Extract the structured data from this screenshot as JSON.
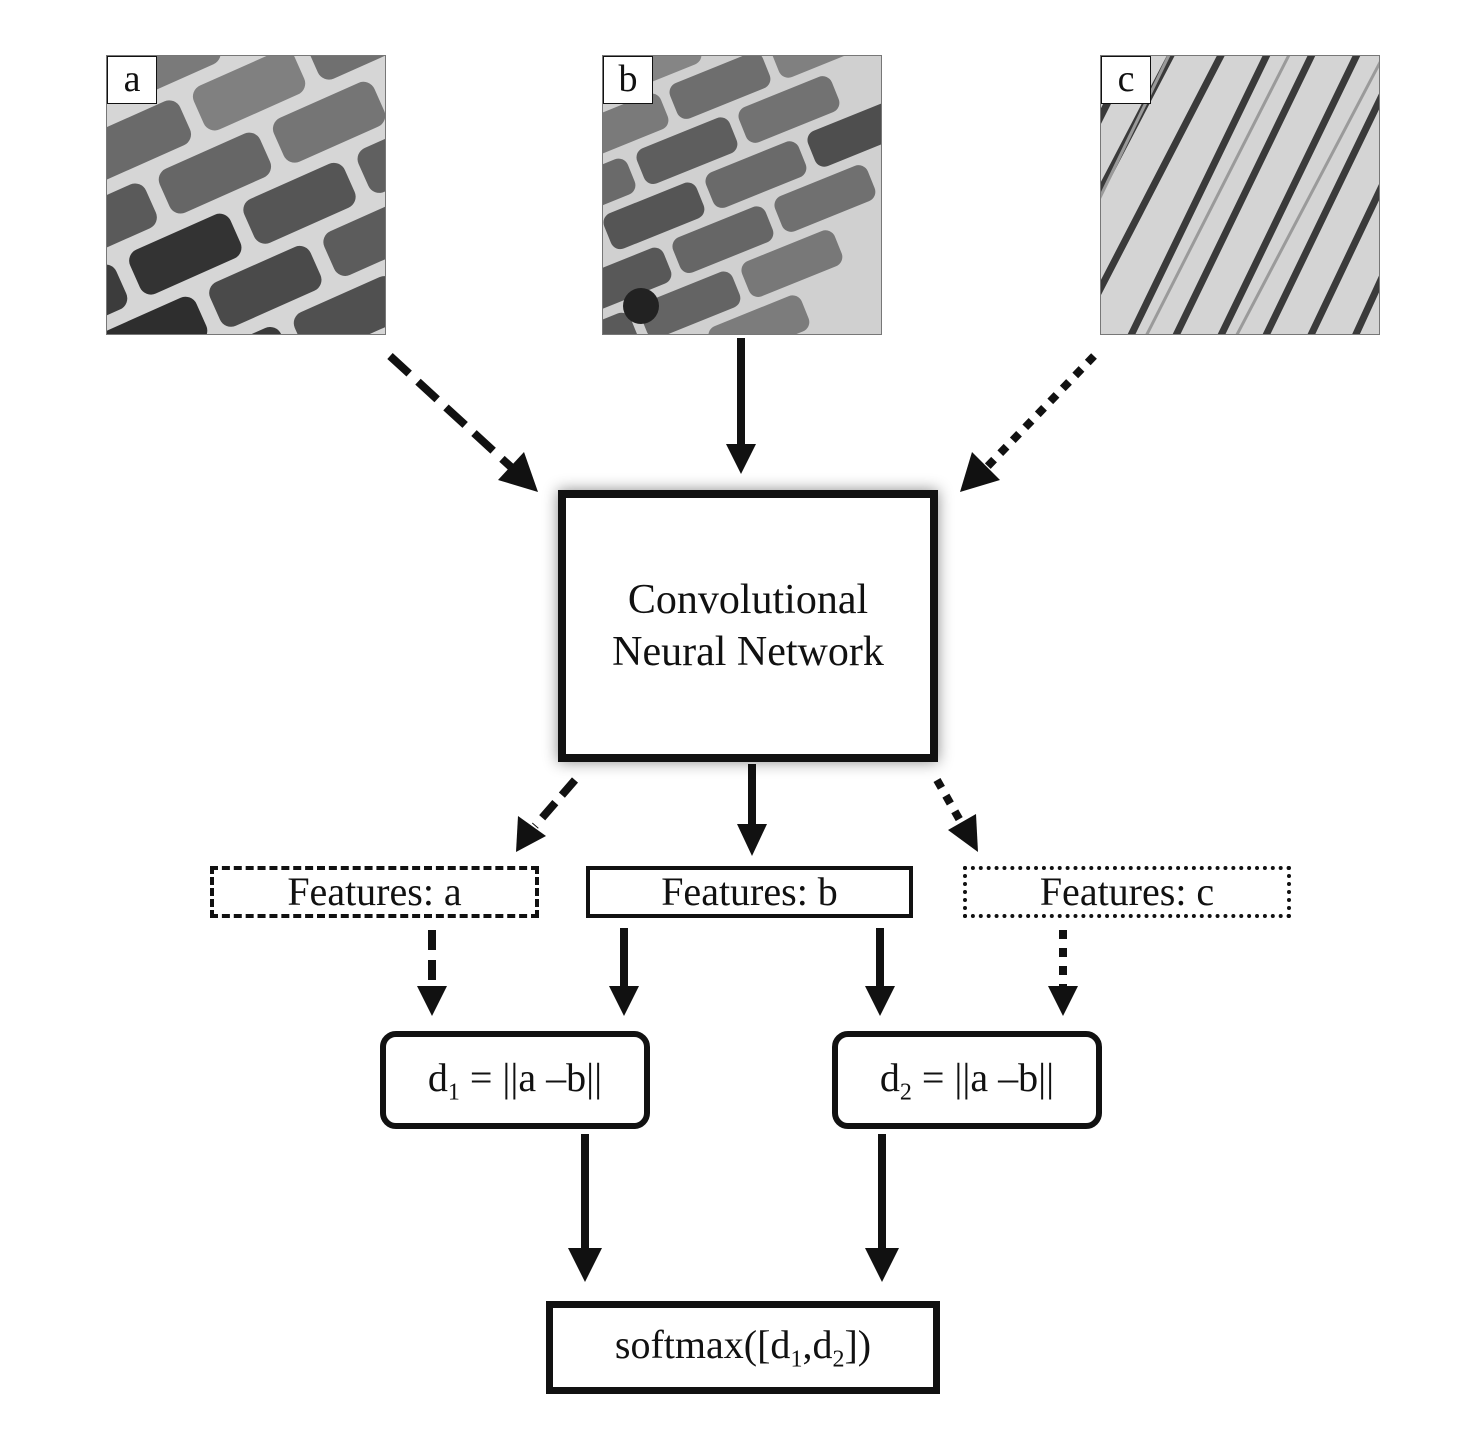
{
  "panels": {
    "a": {
      "label": "a"
    },
    "b": {
      "label": "b"
    },
    "c": {
      "label": "c"
    }
  },
  "cnn": {
    "line1": "Convolutional",
    "line2": "Neural Network"
  },
  "features": {
    "a": "Features: a",
    "b": "Features: b",
    "c": "Features: c"
  },
  "distances": {
    "d1": {
      "var": "d",
      "sub": "1",
      "expr": " = ||a –b||"
    },
    "d2": {
      "var": "d",
      "sub": "2",
      "expr": " = ||a –b||"
    }
  },
  "output": {
    "prefix": "softmax([d",
    "sub1": "1",
    "mid": ",d",
    "sub2": "2",
    "suffix": "])"
  },
  "colors": {
    "line": "#111111",
    "background": "#ffffff"
  }
}
